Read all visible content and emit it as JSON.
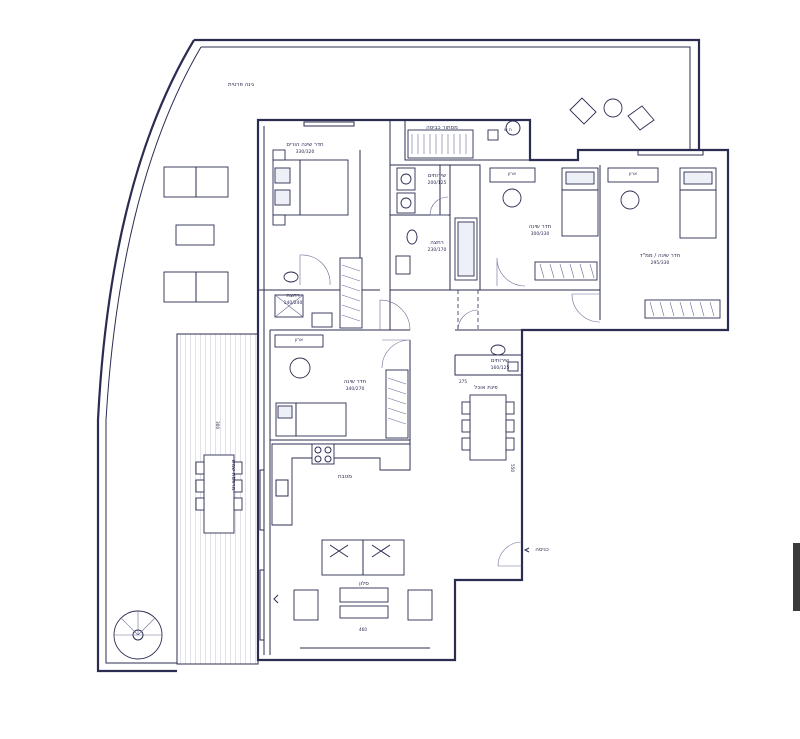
{
  "plan": {
    "rooms": {
      "roof_garden": "גינה פרטית",
      "master_bedroom": "חדר שינה הורים",
      "master_bedroom_size": "330/320",
      "storage": "מסתור כביסה",
      "storage_tag": "ח.ש",
      "services": "שירותים",
      "services_size": "200/125",
      "bath": "רחצה",
      "bath_size": "230/170",
      "bedroom_1": "חדר שינה",
      "bedroom_1_size": "300/330",
      "bedroom_2": "חדר שינה / ממ\"ד",
      "bedroom_2_size": "295/330",
      "parents_bath": "רחצה",
      "parents_bath_size": "140/240",
      "bedroom_3": "חדר שינה",
      "bedroom_3_size": "340/270",
      "guest_wc": "שירותים",
      "guest_wc_size": "160/125",
      "dining": "פינת אוכל",
      "kitchen": "מטבח",
      "living": "סלון",
      "balcony": "מרפסת שמש",
      "entrance": "כניסה"
    },
    "dims": {
      "balcony_width": "300",
      "living_width": "460",
      "dining_dim": "275",
      "side_dim": "550"
    },
    "closet_tags": [
      "ארון",
      "ארון",
      "ארון"
    ]
  }
}
